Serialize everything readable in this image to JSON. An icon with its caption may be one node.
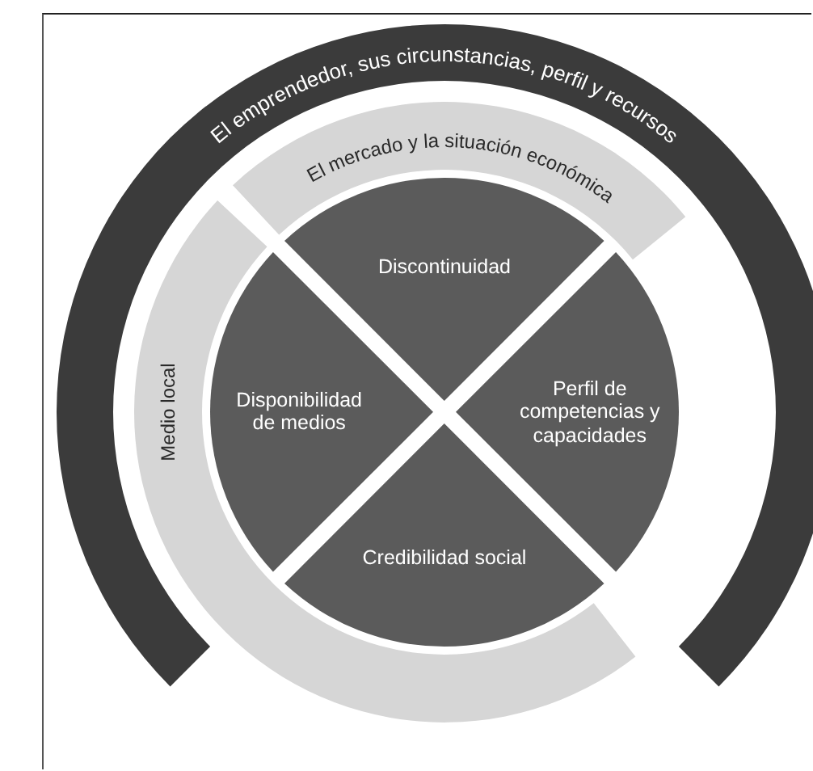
{
  "diagram": {
    "nodes": [
      {
        "text": [
          "El emprendedor, sus circunstancias, perfil y recursos"
        ]
      },
      {
        "text": [
          "El mercado y la situación económica"
        ]
      },
      {
        "text": [
          "Medio local"
        ]
      },
      {
        "text": [
          "Discontinuidad"
        ]
      },
      {
        "text": [
          "Disponibilidad de medios"
        ]
      },
      {
        "text": [
          "Perfil de competencias y capacidades"
        ]
      },
      {
        "text": [
          "Credibilidad social"
        ]
      }
    ]
  }
}
